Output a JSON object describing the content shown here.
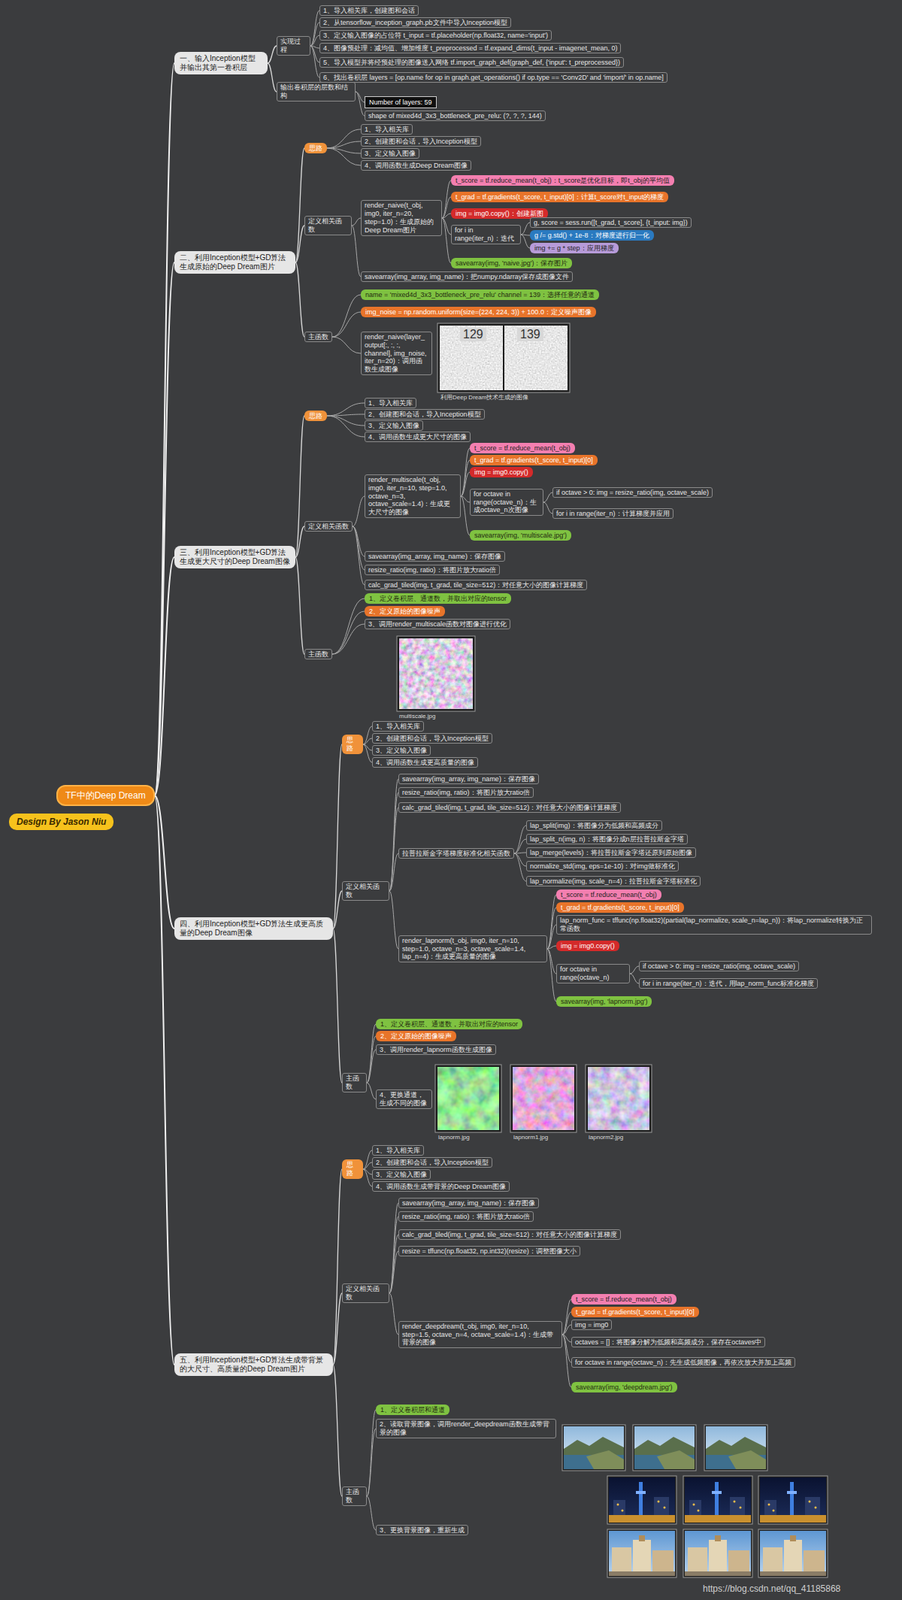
{
  "diagram": {
    "nodes": [
      {
        "text": [
          "TF中的Deep Dream"
        ]
      },
      {
        "text": [
          "Design By Jason Niu"
        ]
      },
      {
        "text": [
          "一、输入Inception模型并输出其第一卷积层"
        ]
      },
      {
        "text": [
          "二、利用Inception模型+GD算法生成原始的Deep Dream图片"
        ]
      },
      {
        "text": [
          "三、利用Inception模型+GD算法生成更大尺寸的Deep Dream图像"
        ]
      },
      {
        "text": [
          "四、利用Inception模型+GD算法生成更高质量的Deep Dream图像"
        ]
      },
      {
        "text": [
          "五、利用Inception模型+GD算法生成带背景的大尺寸、高质量的Deep Dream图片"
        ]
      },
      {
        "text": [
          "实现过程"
        ]
      },
      {
        "text": [
          "1、导入相关库，创建图和会话"
        ]
      },
      {
        "text": [
          "2、从tensorflow_inception_graph.pb文件中导入Inception模型"
        ]
      },
      {
        "text": [
          "3、定义输入图像的占位符 t_input = tf.placeholder(np.float32, name='input')"
        ]
      },
      {
        "text": [
          "4、图像预处理：减均值、增加维度 t_preprocessed = tf.expand_dims(t_input - imagenet_mean, 0)"
        ]
      },
      {
        "text": [
          "5、导入模型并将经预处理的图像送入网络 tf.import_graph_def(graph_def, {'input': t_preprocessed})"
        ]
      },
      {
        "text": [
          "6、找出卷积层 layers = [op.name for op in graph.get_operations() if op.type == 'Conv2D' and 'import/' in op.name]"
        ]
      },
      {
        "text": [
          "输出卷积层的层数和结构"
        ]
      },
      {
        "text": [
          "Number of layers: 59"
        ]
      },
      {
        "text": [
          "shape of mixed4d_3x3_bottleneck_pre_relu: (?, ?, ?, 144)"
        ]
      },
      {
        "text": [
          "思路"
        ]
      },
      {
        "text": [
          "1、导入相关库"
        ]
      },
      {
        "text": [
          "2、创建图和会话，导入Inception模型"
        ]
      },
      {
        "text": [
          "3、定义输入图像"
        ]
      },
      {
        "text": [
          "4、调用函数生成Deep Dream图像"
        ]
      },
      {
        "text": [
          "定义相关函数"
        ]
      },
      {
        "text": [
          "render_naive(t_obj, img0, iter_n=20, step=1.0)：生成原始的Deep Dream图片"
        ]
      },
      {
        "text": [
          "t_score = tf.reduce_mean(t_obj)：t_score是优化目标，即t_obj的平均值"
        ]
      },
      {
        "text": [
          "t_grad = tf.gradients(t_score, t_input)[0]：计算t_score对t_input的梯度"
        ]
      },
      {
        "text": [
          "img = img0.copy()：创建新图"
        ]
      },
      {
        "text": [
          "for i in range(iter_n)：迭代"
        ]
      },
      {
        "text": [
          "g, score = sess.run([t_grad, t_score], {t_input: img})"
        ]
      },
      {
        "text": [
          "g /= g.std() + 1e-8：对梯度进行归一化"
        ]
      },
      {
        "text": [
          "img += g * step：应用梯度"
        ]
      },
      {
        "text": [
          "savearray(img, 'naive.jpg')：保存图片"
        ]
      },
      {
        "text": [
          "savearray(img_array, img_name)：把numpy.ndarray保存成图像文件"
        ]
      },
      {
        "text": [
          "主函数"
        ]
      },
      {
        "text": [
          "name = 'mixed4d_3x3_bottleneck_pre_relu' channel = 139：选择任意的通道"
        ]
      },
      {
        "text": [
          "img_noise = np.random.uniform(size=(224, 224, 3)) + 100.0：定义噪声图像"
        ]
      },
      {
        "text": [
          "render_naive(layer_output[:, :, :, channel], img_noise, iter_n=20)：调用函数生成图像"
        ]
      },
      {
        "text": [
          "思路"
        ]
      },
      {
        "text": [
          "1、导入相关库"
        ]
      },
      {
        "text": [
          "2、创建图和会话，导入Inception模型"
        ]
      },
      {
        "text": [
          "3、定义输入图像"
        ]
      },
      {
        "text": [
          "4、调用函数生成更大尺寸的图像"
        ]
      },
      {
        "text": [
          "定义相关函数"
        ]
      },
      {
        "text": [
          "render_multiscale(t_obj, img0, iter_n=10, step=1.0, octave_n=3, octave_scale=1.4)：生成更大尺寸的图像"
        ]
      },
      {
        "text": [
          "t_score = tf.reduce_mean(t_obj)"
        ]
      },
      {
        "text": [
          "t_grad = tf.gradients(t_score, t_input)[0]"
        ]
      },
      {
        "text": [
          "img = img0.copy()"
        ]
      },
      {
        "text": [
          "for octave in range(octave_n)：生成octave_n次图像"
        ]
      },
      {
        "text": [
          "if octave > 0: img = resize_ratio(img, octave_scale)"
        ]
      },
      {
        "text": [
          "for i in range(iter_n)：计算梯度并应用"
        ]
      },
      {
        "text": [
          "savearray(img, 'multiscale.jpg')"
        ]
      },
      {
        "text": [
          "savearray(img_array, img_name)：保存图像"
        ]
      },
      {
        "text": [
          "resize_ratio(img, ratio)：将图片放大ratio倍"
        ]
      },
      {
        "text": [
          "calc_grad_tiled(img, t_grad, tile_size=512)：对任意大小的图像计算梯度"
        ]
      },
      {
        "text": [
          "主函数"
        ]
      },
      {
        "text": [
          "1、定义卷积层、通道数，并取出对应的tensor"
        ]
      },
      {
        "text": [
          "2、定义原始的图像噪声"
        ]
      },
      {
        "text": [
          "3、调用render_multiscale函数对图像进行优化"
        ]
      },
      {
        "text": [
          "思路"
        ]
      },
      {
        "text": [
          "1、导入相关库"
        ]
      },
      {
        "text": [
          "2、创建图和会话，导入Inception模型"
        ]
      },
      {
        "text": [
          "3、定义输入图像"
        ]
      },
      {
        "text": [
          "4、调用函数生成更高质量的图像"
        ]
      },
      {
        "text": [
          "定义相关函数"
        ]
      },
      {
        "text": [
          "savearray(img_array, img_name)：保存图像"
        ]
      },
      {
        "text": [
          "resize_ratio(img, ratio)：将图片放大ratio倍"
        ]
      },
      {
        "text": [
          "calc_grad_tiled(img, t_grad, tile_size=512)：对任意大小的图像计算梯度"
        ]
      },
      {
        "text": [
          "拉普拉斯金字塔梯度标准化相关函数"
        ]
      },
      {
        "text": [
          "lap_split(img)：将图像分为低频和高频成分"
        ]
      },
      {
        "text": [
          "lap_split_n(img, n)：将图像分成n层拉普拉斯金字塔"
        ]
      },
      {
        "text": [
          "lap_merge(levels)：将拉普拉斯金字塔还原到原始图像"
        ]
      },
      {
        "text": [
          "normalize_std(img, eps=1e-10)：对img做标准化"
        ]
      },
      {
        "text": [
          "lap_normalize(img, scale_n=4)：拉普拉斯金字塔标准化"
        ]
      },
      {
        "text": [
          "render_lapnorm(t_obj, img0, iter_n=10, step=1.0, octave_n=3, octave_scale=1.4, lap_n=4)：生成更高质量的图像"
        ]
      },
      {
        "text": [
          "t_score = tf.reduce_mean(t_obj)"
        ]
      },
      {
        "text": [
          "t_grad = tf.gradients(t_score, t_input)[0]"
        ]
      },
      {
        "text": [
          "lap_norm_func = tffunc(np.float32)(partial(lap_normalize, scale_n=lap_n))：将lap_normalize转换为正常函数"
        ]
      },
      {
        "text": [
          "img = img0.copy()"
        ]
      },
      {
        "text": [
          "for octave in range(octave_n)"
        ]
      },
      {
        "text": [
          "if octave > 0: img = resize_ratio(img, octave_scale)"
        ]
      },
      {
        "text": [
          "for i in range(iter_n)：迭代，用lap_norm_func标准化梯度"
        ]
      },
      {
        "text": [
          "savearray(img, 'lapnorm.jpg')"
        ]
      },
      {
        "text": [
          "主函数"
        ]
      },
      {
        "text": [
          "1、定义卷积层、通道数，并取出对应的tensor"
        ]
      },
      {
        "text": [
          "2、定义原始的图像噪声"
        ]
      },
      {
        "text": [
          "3、调用render_lapnorm函数生成图像"
        ]
      },
      {
        "text": [
          "4、更换通道，生成不同的图像"
        ]
      },
      {
        "text": [
          "思路"
        ]
      },
      {
        "text": [
          "1、导入相关库"
        ]
      },
      {
        "text": [
          "2、创建图和会话，导入Inception模型"
        ]
      },
      {
        "text": [
          "3、定义输入图像"
        ]
      },
      {
        "text": [
          "4、调用函数生成带背景的Deep Dream图像"
        ]
      },
      {
        "text": [
          "定义相关函数"
        ]
      },
      {
        "text": [
          "savearray(img_array, img_name)：保存图像"
        ]
      },
      {
        "text": [
          "resize_ratio(img, ratio)：将图片放大ratio倍"
        ]
      },
      {
        "text": [
          "calc_grad_tiled(img, t_grad, tile_size=512)：对任意大小的图像计算梯度"
        ]
      },
      {
        "text": [
          "resize = tffunc(np.float32, np.int32)(resize)：调整图像大小"
        ]
      },
      {
        "text": [
          "render_deepdream(t_obj, img0, iter_n=10, step=1.5, octave_n=4, octave_scale=1.4)：生成带背景的图像"
        ]
      },
      {
        "text": [
          "t_score = tf.reduce_mean(t_obj)"
        ]
      },
      {
        "text": [
          "t_grad = tf.gradients(t_score, t_input)[0]"
        ]
      },
      {
        "text": [
          "img = img0"
        ]
      },
      {
        "text": [
          "octaves = []：将图像分解为低频和高频成分，保存在octaves中"
        ]
      },
      {
        "text": [
          "for octave in range(octave_n)：先生成低频图像，再依次放大并加上高频"
        ]
      },
      {
        "text": [
          "savearray(img, 'deepdream.jpg')"
        ]
      },
      {
        "text": [
          "主函数"
        ]
      },
      {
        "text": [
          "1、定义卷积层和通道"
        ]
      },
      {
        "text": [
          "2、读取背景图像，调用render_deepdream函数生成带背景的图像"
        ]
      },
      {
        "text": [
          "3、更换背景图像，重新生成"
        ]
      }
    ],
    "edges": [
      {
        "from": 0,
        "to": 2,
        "arrow": "none"
      },
      {
        "from": 0,
        "to": 3,
        "arrow": "none"
      },
      {
        "from": 0,
        "to": 4,
        "arrow": "none"
      },
      {
        "from": 0,
        "to": 5,
        "arrow": "none"
      },
      {
        "from": 0,
        "to": 6,
        "arrow": "none"
      },
      {
        "from": 2,
        "to": 7,
        "arrow": "none"
      },
      {
        "from": 2,
        "to": 14,
        "arrow": "none"
      },
      {
        "from": 7,
        "to": 8,
        "arrow": "none"
      },
      {
        "from": 7,
        "to": 9,
        "arrow": "none"
      },
      {
        "from": 7,
        "to": 10,
        "arrow": "none"
      },
      {
        "from": 7,
        "to": 11,
        "arrow": "none"
      },
      {
        "from": 7,
        "to": 12,
        "arrow": "none"
      },
      {
        "from": 7,
        "to": 13,
        "arrow": "none"
      },
      {
        "from": 14,
        "to": 15,
        "arrow": "none"
      },
      {
        "from": 14,
        "to": 16,
        "arrow": "none"
      },
      {
        "from": 3,
        "to": 17,
        "arrow": "none"
      },
      {
        "from": 3,
        "to": 22,
        "arrow": "none"
      },
      {
        "from": 3,
        "to": 33,
        "arrow": "none"
      },
      {
        "from": 17,
        "to": 18,
        "arrow": "none"
      },
      {
        "from": 17,
        "to": 19,
        "arrow": "none"
      },
      {
        "from": 17,
        "to": 20,
        "arrow": "none"
      },
      {
        "from": 17,
        "to": 21,
        "arrow": "none"
      },
      {
        "from": 22,
        "to": 23,
        "arrow": "none"
      },
      {
        "from": 22,
        "to": 32,
        "arrow": "none"
      },
      {
        "from": 23,
        "to": 24,
        "arrow": "none"
      },
      {
        "from": 23,
        "to": 25,
        "arrow": "none"
      },
      {
        "from": 23,
        "to": 26,
        "arrow": "none"
      },
      {
        "from": 23,
        "to": 27,
        "arrow": "none"
      },
      {
        "from": 23,
        "to": 31,
        "arrow": "none"
      },
      {
        "from": 27,
        "to": 28,
        "arrow": "none"
      },
      {
        "from": 27,
        "to": 29,
        "arrow": "none"
      },
      {
        "from": 27,
        "to": 30,
        "arrow": "none"
      },
      {
        "from": 33,
        "to": 34,
        "arrow": "none"
      },
      {
        "from": 33,
        "to": 35,
        "arrow": "none"
      },
      {
        "from": 33,
        "to": 36,
        "arrow": "none"
      },
      {
        "from": 4,
        "to": 37,
        "arrow": "none"
      },
      {
        "from": 4,
        "to": 42,
        "arrow": "none"
      },
      {
        "from": 4,
        "to": 54,
        "arrow": "none"
      },
      {
        "from": 37,
        "to": 38,
        "arrow": "none"
      },
      {
        "from": 37,
        "to": 39,
        "arrow": "none"
      },
      {
        "from": 37,
        "to": 40,
        "arrow": "none"
      },
      {
        "from": 37,
        "to": 41,
        "arrow": "none"
      },
      {
        "from": 42,
        "to": 43,
        "arrow": "none"
      },
      {
        "from": 42,
        "to": 51,
        "arrow": "none"
      },
      {
        "from": 42,
        "to": 52,
        "arrow": "none"
      },
      {
        "from": 42,
        "to": 53,
        "arrow": "none"
      },
      {
        "from": 43,
        "to": 44,
        "arrow": "none"
      },
      {
        "from": 43,
        "to": 45,
        "arrow": "none"
      },
      {
        "from": 43,
        "to": 46,
        "arrow": "none"
      },
      {
        "from": 43,
        "to": 47,
        "arrow": "none"
      },
      {
        "from": 43,
        "to": 50,
        "arrow": "none"
      },
      {
        "from": 47,
        "to": 48,
        "arrow": "none"
      },
      {
        "from": 47,
        "to": 49,
        "arrow": "none"
      },
      {
        "from": 54,
        "to": 55,
        "arrow": "none"
      },
      {
        "from": 54,
        "to": 56,
        "arrow": "none"
      },
      {
        "from": 54,
        "to": 57,
        "arrow": "none"
      },
      {
        "from": 5,
        "to": 58,
        "arrow": "none"
      },
      {
        "from": 5,
        "to": 63,
        "arrow": "none"
      },
      {
        "from": 5,
        "to": 82,
        "arrow": "none"
      },
      {
        "from": 58,
        "to": 59,
        "arrow": "none"
      },
      {
        "from": 58,
        "to": 60,
        "arrow": "none"
      },
      {
        "from": 58,
        "to": 61,
        "arrow": "none"
      },
      {
        "from": 58,
        "to": 62,
        "arrow": "none"
      },
      {
        "from": 63,
        "to": 64,
        "arrow": "none"
      },
      {
        "from": 63,
        "to": 65,
        "arrow": "none"
      },
      {
        "from": 63,
        "to": 66,
        "arrow": "none"
      },
      {
        "from": 63,
        "to": 67,
        "arrow": "none"
      },
      {
        "from": 63,
        "to": 73,
        "arrow": "none"
      },
      {
        "from": 67,
        "to": 68,
        "arrow": "none"
      },
      {
        "from": 67,
        "to": 69,
        "arrow": "none"
      },
      {
        "from": 67,
        "to": 70,
        "arrow": "none"
      },
      {
        "from": 67,
        "to": 71,
        "arrow": "none"
      },
      {
        "from": 67,
        "to": 72,
        "arrow": "none"
      },
      {
        "from": 73,
        "to": 74,
        "arrow": "none"
      },
      {
        "from": 73,
        "to": 75,
        "arrow": "none"
      },
      {
        "from": 73,
        "to": 76,
        "arrow": "none"
      },
      {
        "from": 73,
        "to": 77,
        "arrow": "none"
      },
      {
        "from": 73,
        "to": 78,
        "arrow": "none"
      },
      {
        "from": 73,
        "to": 81,
        "arrow": "none"
      },
      {
        "from": 78,
        "to": 79,
        "arrow": "none"
      },
      {
        "from": 78,
        "to": 80,
        "arrow": "none"
      },
      {
        "from": 82,
        "to": 83,
        "arrow": "none"
      },
      {
        "from": 82,
        "to": 84,
        "arrow": "none"
      },
      {
        "from": 82,
        "to": 85,
        "arrow": "none"
      },
      {
        "from": 82,
        "to": 86,
        "arrow": "none"
      },
      {
        "from": 6,
        "to": 87,
        "arrow": "none"
      },
      {
        "from": 6,
        "to": 92,
        "arrow": "none"
      },
      {
        "from": 6,
        "to": 104,
        "arrow": "none"
      },
      {
        "from": 87,
        "to": 88,
        "arrow": "none"
      },
      {
        "from": 87,
        "to": 89,
        "arrow": "none"
      },
      {
        "from": 87,
        "to": 90,
        "arrow": "none"
      },
      {
        "from": 87,
        "to": 91,
        "arrow": "none"
      },
      {
        "from": 92,
        "to": 93,
        "arrow": "none"
      },
      {
        "from": 92,
        "to": 94,
        "arrow": "none"
      },
      {
        "from": 92,
        "to": 95,
        "arrow": "none"
      },
      {
        "from": 92,
        "to": 96,
        "arrow": "none"
      },
      {
        "from": 92,
        "to": 97,
        "arrow": "none"
      },
      {
        "from": 97,
        "to": 98,
        "arrow": "none"
      },
      {
        "from": 97,
        "to": 99,
        "arrow": "none"
      },
      {
        "from": 97,
        "to": 100,
        "arrow": "none"
      },
      {
        "from": 97,
        "to": 101,
        "arrow": "none"
      },
      {
        "from": 97,
        "to": 102,
        "arrow": "none"
      },
      {
        "from": 97,
        "to": 103,
        "arrow": "none"
      },
      {
        "from": 104,
        "to": 105,
        "arrow": "none"
      },
      {
        "from": 104,
        "to": 106,
        "arrow": "none"
      },
      {
        "from": 104,
        "to": 107,
        "arrow": "none"
      }
    ],
    "labels": [
      "129",
      "139",
      "利用Deep Dream技术生成的图像",
      "multiscale.jpg",
      "lapnorm.jpg",
      "lapnorm1.jpg",
      "lapnorm2.jpg",
      "https://blog.csdn.net/qq_41185868"
    ]
  }
}
